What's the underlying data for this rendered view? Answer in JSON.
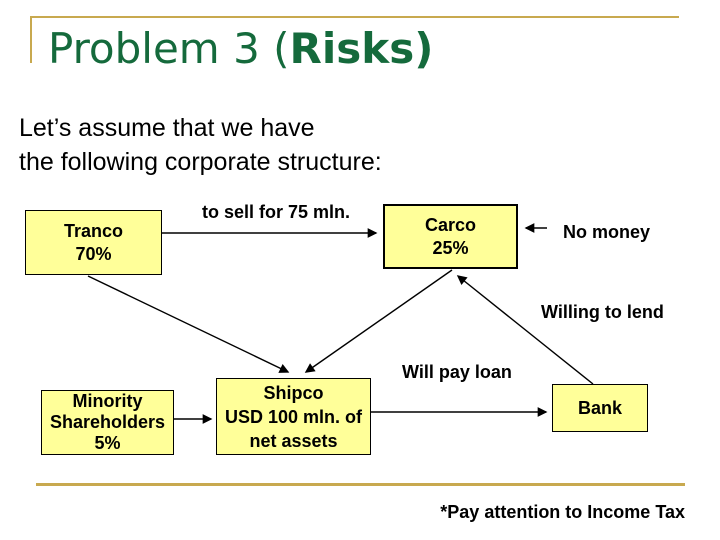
{
  "slide": {
    "title": {
      "normal": "Problem 3 (",
      "bold": "Risks)"
    },
    "intro": {
      "line1": "Let’s assume that we have",
      "line2": "the following corporate structure:"
    },
    "footer": "*Pay attention to Income Tax"
  },
  "diagram": {
    "boxes": {
      "tranco": "Tranco\n70%",
      "carco": "Carco\n25%",
      "minority": "Minority\nShareholders\n5%",
      "shipco": "Shipco\nUSD 100 mln. of\nnet assets",
      "bank": "Bank"
    },
    "labels": {
      "to_sell": "to sell for 75 mln.",
      "no_money": "No money",
      "willing_to_lend": "Willing to lend",
      "will_pay_loan": "Will pay loan"
    }
  },
  "colors": {
    "title_green": "#156A3C",
    "gold_rule": "#C8A94F",
    "box_fill": "#FFFF99",
    "box_border": "#000000",
    "text": "#000000"
  }
}
